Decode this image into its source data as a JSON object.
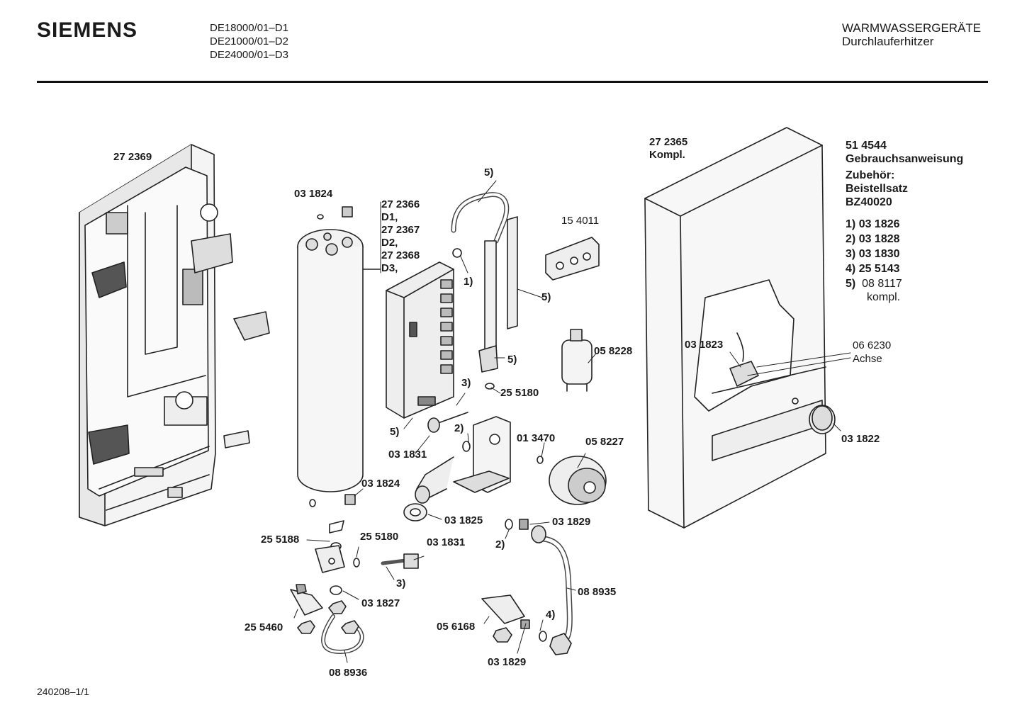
{
  "header": {
    "brand": "SIEMENS",
    "models": [
      "DE18000/01–D1",
      "DE21000/01–D2",
      "DE24000/01–D3"
    ],
    "category": "WARMWASSERGERÄTE",
    "subcategory": "Durchlauferhitzer"
  },
  "footer": {
    "doc_id": "240208–1/1"
  },
  "info": {
    "manual_no": "51 4544",
    "manual": "Gebrauchsanweisung",
    "acc_title": "Zubehör:",
    "acc_item": "Beistellsatz",
    "acc_code": "BZ40020",
    "notes": [
      {
        "n": "1)",
        "v": "03 1826"
      },
      {
        "n": "2)",
        "v": "03 1828"
      },
      {
        "n": "3)",
        "v": "03 1830"
      },
      {
        "n": "4)",
        "v": "25 5143"
      },
      {
        "n": "5)",
        "v": "08 8117",
        "v2": "kompl."
      }
    ]
  },
  "labels": {
    "back_panel": "27 2369",
    "housing": "27 2365",
    "housing_sub": "Kompl.",
    "heater_1": "27 2366",
    "heater_d1": "D1,",
    "heater_2": "27 2367",
    "heater_d2": "D2,",
    "heater_3": "27 2368",
    "heater_d3": "D3,",
    "cap_top": "03 1824",
    "cap_bottom": "03 1824",
    "terminal": "15 4011",
    "capacitor": "05 8228",
    "knob_part": "03 1823",
    "axle_no": "06 6230",
    "axle": "Achse",
    "knob": "03 1822",
    "ring_upper": "25 5180",
    "ring_lower": "25 5180",
    "valve_block": "01 3470",
    "flow_switch": "05 8227",
    "sensor_upper": "03 1831",
    "sensor_lower": "03 1831",
    "seal_ring": "03 1825",
    "screen_upper": "03 1829",
    "screen_lower": "03 1829",
    "hose_right": "08 8935",
    "hose_left": "08 8936",
    "outlet": "25 5188",
    "washer": "03 1827",
    "tee_left": "25 5460",
    "tee_right": "05 6168",
    "note_5_a": "5)",
    "note_1": "1)",
    "note_5_b": "5)",
    "note_5_c": "5)",
    "note_3_a": "3)",
    "note_5_d": "5)",
    "note_2_a": "2)",
    "note_2_b": "2)",
    "note_3_b": "3)",
    "note_4": "4)"
  }
}
